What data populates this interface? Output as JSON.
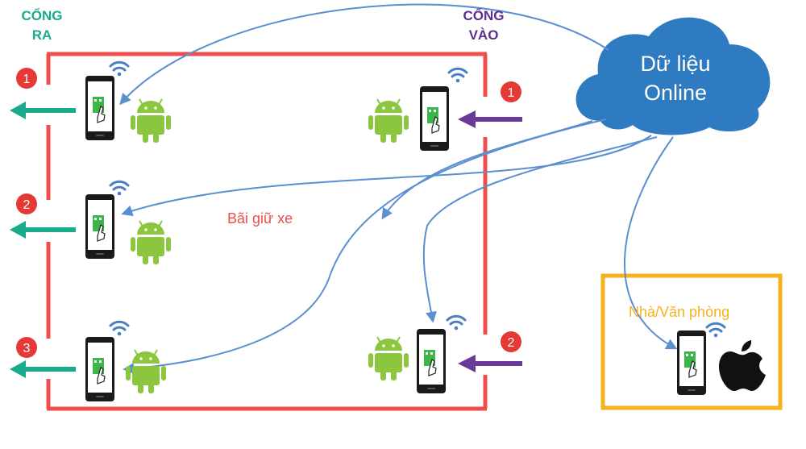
{
  "labels": {
    "exit_gate": [
      "CỔNG",
      "RA"
    ],
    "entry_gate": [
      "CỔNG",
      "VÀO"
    ],
    "cloud": [
      "Dữ liệu",
      "Online"
    ],
    "parking_lot": "Bãi giữ xe",
    "office": "Nhà/Văn phòng"
  },
  "exit_lanes": [
    {
      "number": "1"
    },
    {
      "number": "2"
    },
    {
      "number": "3"
    }
  ],
  "entry_lanes": [
    {
      "number": "1"
    },
    {
      "number": "2"
    }
  ],
  "colors": {
    "lot_border": "#f04e4e",
    "office_border": "#f7b21b",
    "exit_text": "#1aaa8c",
    "entry_text": "#5c2e91",
    "exit_arrow": "#1aaa8c",
    "entry_arrow": "#6a3a9a",
    "badge": "#e53935",
    "cloud_fill": "#2e7bc1",
    "link_line": "#5b8fd0",
    "android": "#8cc63f",
    "wifi": "#4a7fc4"
  },
  "icons": {
    "device": "smartphone-icon",
    "os_android": "android-icon",
    "os_apple": "apple-icon",
    "signal": "wifi-icon"
  }
}
